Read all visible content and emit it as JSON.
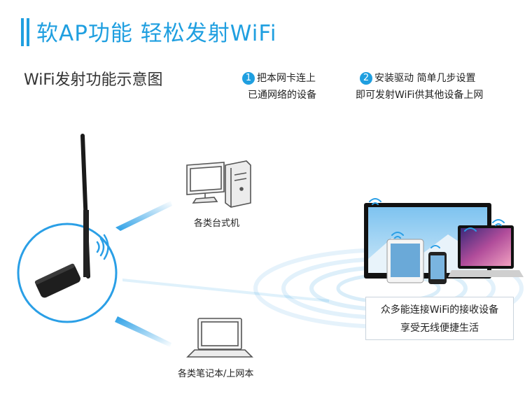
{
  "header": {
    "title": "软AP功能  轻松发射WiFi",
    "subtitle": "WiFi发射功能示意图"
  },
  "steps": [
    {
      "number": "1",
      "line1": "把本网卡连上",
      "line2": "已通网络的设备"
    },
    {
      "number": "2",
      "line1": "安装驱动  简单几步设置",
      "line2": "即可发射WiFi供其他设备上网"
    }
  ],
  "devices": {
    "desktop_label": "各类台式机",
    "laptop_label": "各类笔记本/上网本"
  },
  "receivers": {
    "line1": "众多能连接WiFi的接收设备",
    "line2": "享受无线便捷生活"
  },
  "colors": {
    "accent": "#1f9fe0",
    "text": "#222222",
    "beam": "#2a9fe6"
  }
}
